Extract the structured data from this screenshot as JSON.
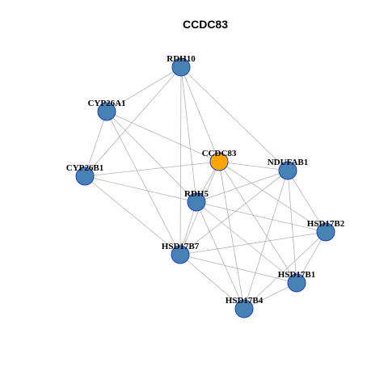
{
  "title": "CCDC83",
  "colors": {
    "node_default": "#4682b4",
    "node_highlight": "#ffa500",
    "node_border": "#1f3fbf",
    "edge": "#b4b4b4"
  },
  "nodes": [
    {
      "id": "RDH10",
      "label": "RDH10",
      "highlight": false
    },
    {
      "id": "CYP26A1",
      "label": "CYP26A1",
      "highlight": false
    },
    {
      "id": "CCDC83",
      "label": "CCDC83",
      "highlight": true
    },
    {
      "id": "NDUFAB1",
      "label": "NDUFAB1",
      "highlight": false
    },
    {
      "id": "CYP26B1",
      "label": "CYP26B1",
      "highlight": false
    },
    {
      "id": "RDH5",
      "label": "RDH5",
      "highlight": false
    },
    {
      "id": "HSD17B2",
      "label": "HSD17B2",
      "highlight": false
    },
    {
      "id": "HSD17B7",
      "label": "HSD17B7",
      "highlight": false
    },
    {
      "id": "HSD17B1",
      "label": "HSD17B1",
      "highlight": false
    },
    {
      "id": "HSD17B4",
      "label": "HSD17B4",
      "highlight": false
    }
  ],
  "edges": [
    [
      "RDH10",
      "CYP26A1"
    ],
    [
      "RDH10",
      "CYP26B1"
    ],
    [
      "RDH10",
      "CCDC83"
    ],
    [
      "RDH10",
      "RDH5"
    ],
    [
      "RDH10",
      "HSD17B7"
    ],
    [
      "RDH10",
      "NDUFAB1"
    ],
    [
      "CYP26A1",
      "CYP26B1"
    ],
    [
      "CYP26A1",
      "CCDC83"
    ],
    [
      "CYP26A1",
      "RDH5"
    ],
    [
      "CYP26A1",
      "HSD17B7"
    ],
    [
      "CYP26B1",
      "CCDC83"
    ],
    [
      "CYP26B1",
      "RDH5"
    ],
    [
      "CYP26B1",
      "HSD17B7"
    ],
    [
      "CCDC83",
      "NDUFAB1"
    ],
    [
      "CCDC83",
      "RDH5"
    ],
    [
      "CCDC83",
      "HSD17B2"
    ],
    [
      "CCDC83",
      "HSD17B7"
    ],
    [
      "CCDC83",
      "HSD17B1"
    ],
    [
      "CCDC83",
      "HSD17B4"
    ],
    [
      "NDUFAB1",
      "RDH5"
    ],
    [
      "NDUFAB1",
      "HSD17B2"
    ],
    [
      "NDUFAB1",
      "HSD17B7"
    ],
    [
      "NDUFAB1",
      "HSD17B1"
    ],
    [
      "NDUFAB1",
      "HSD17B4"
    ],
    [
      "RDH5",
      "HSD17B2"
    ],
    [
      "RDH5",
      "HSD17B7"
    ],
    [
      "RDH5",
      "HSD17B1"
    ],
    [
      "RDH5",
      "HSD17B4"
    ],
    [
      "HSD17B2",
      "HSD17B7"
    ],
    [
      "HSD17B2",
      "HSD17B1"
    ],
    [
      "HSD17B2",
      "HSD17B4"
    ],
    [
      "HSD17B7",
      "HSD17B1"
    ],
    [
      "HSD17B7",
      "HSD17B4"
    ],
    [
      "HSD17B1",
      "HSD17B4"
    ]
  ]
}
